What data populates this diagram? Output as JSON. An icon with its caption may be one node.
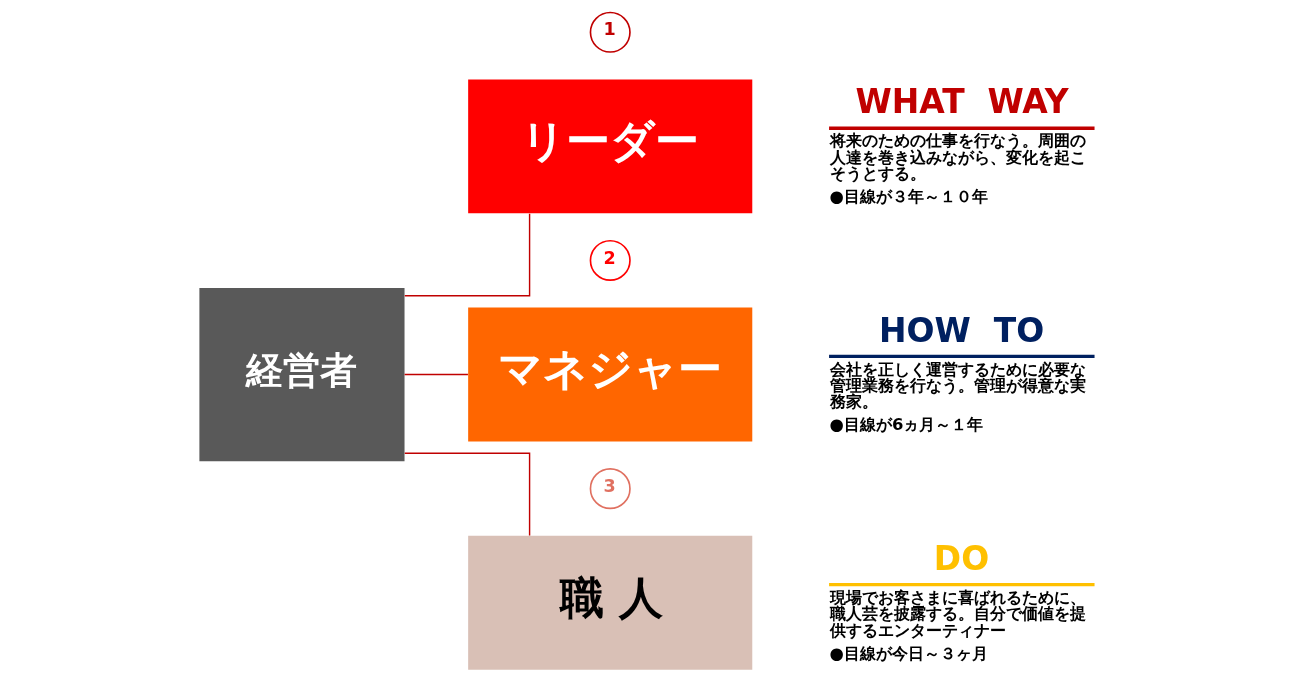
{
  "diagram": {
    "nodes": [
      {
        "text": [
          "経営者"
        ]
      },
      {
        "text": [
          "1"
        ]
      },
      {
        "text": [
          "リーダー"
        ],
        "beside": [
          "WHAT  WAY",
          "将来のための仕事を行なう。周囲の人達を巻き込みながら、変化を起こそうとする。",
          "●目線が３年～１０年"
        ]
      },
      {
        "text": [
          "2"
        ]
      },
      {
        "text": [
          "マネジャー"
        ],
        "beside": [
          "HOW  TO",
          "会社を正しく運営するために必要な管理業務を行なう。管理が得意な実務家。",
          "●目線が6ヵ月～１年"
        ]
      },
      {
        "text": [
          "3"
        ]
      },
      {
        "text": [
          "職 人"
        ],
        "beside": [
          "DO",
          "現場でお客さまに喜ばれるために、職人芸を披露する。自分で価値を提供するエンターティナー",
          "●目線が今日～３ヶ月"
        ]
      }
    ],
    "edges": [
      {
        "from": 0,
        "to": 2,
        "arrow": "none"
      },
      {
        "from": 0,
        "to": 4,
        "arrow": "none"
      },
      {
        "from": 0,
        "to": 6,
        "arrow": "none"
      }
    ]
  }
}
